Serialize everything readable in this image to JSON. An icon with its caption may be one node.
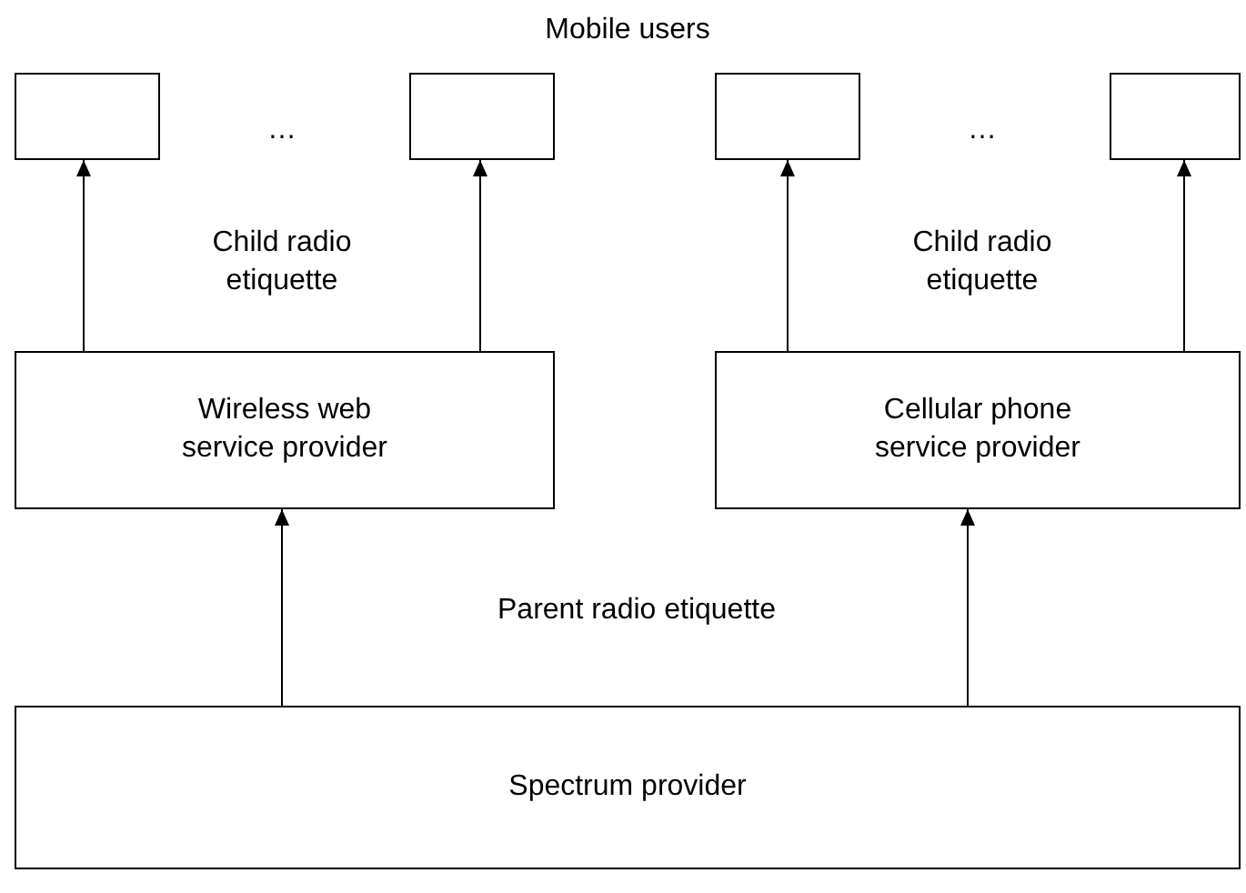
{
  "diagram": {
    "nodes": [
      {
        "text": [],
        "shape": "box"
      },
      {
        "text": [],
        "shape": "box"
      },
      {
        "text": [],
        "shape": "box"
      },
      {
        "text": [],
        "shape": "box"
      },
      {
        "text": [
          "Wireless web service provider"
        ]
      },
      {
        "text": [
          "Cellular phone service provider"
        ]
      },
      {
        "text": [
          "Spectrum provider"
        ]
      }
    ],
    "edges": [
      {
        "from": 4,
        "to": 0,
        "arrow": "to"
      },
      {
        "from": 4,
        "to": 1,
        "arrow": "to"
      },
      {
        "from": 5,
        "to": 2,
        "arrow": "to"
      },
      {
        "from": 5,
        "to": 3,
        "arrow": "to"
      },
      {
        "from": 6,
        "to": 4,
        "arrow": "to"
      },
      {
        "from": 6,
        "to": 5,
        "arrow": "to"
      }
    ],
    "labels": [
      "Mobile users",
      "…",
      "…",
      "Child radio etiquette",
      "Child radio etiquette",
      "Parent radio etiquette"
    ]
  }
}
